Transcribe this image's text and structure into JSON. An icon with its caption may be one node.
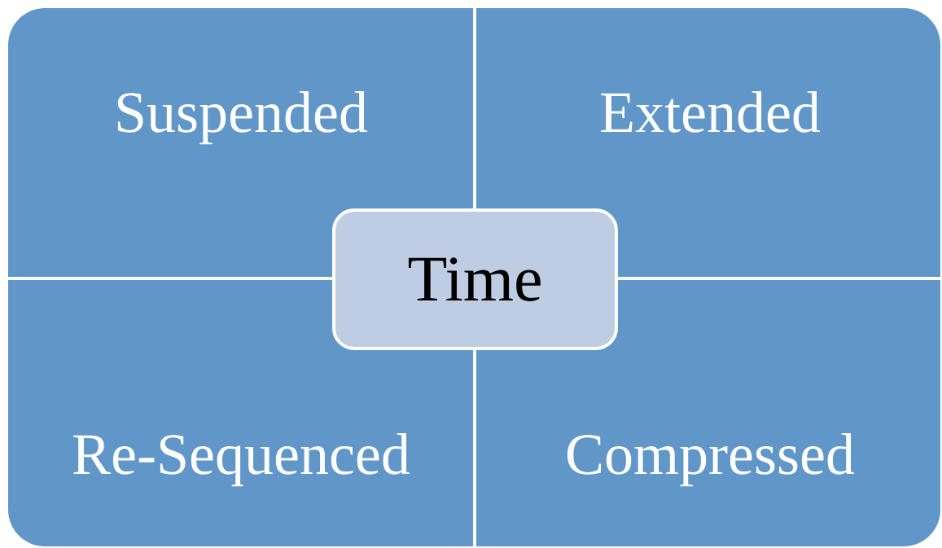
{
  "diagram": {
    "nodes": [
      {
        "text": [
          "Suspended"
        ]
      },
      {
        "text": [
          "Extended"
        ]
      },
      {
        "text": [
          "Time"
        ]
      },
      {
        "text": [
          "Re-Sequenced"
        ]
      },
      {
        "text": [
          "Compressed"
        ]
      }
    ]
  }
}
